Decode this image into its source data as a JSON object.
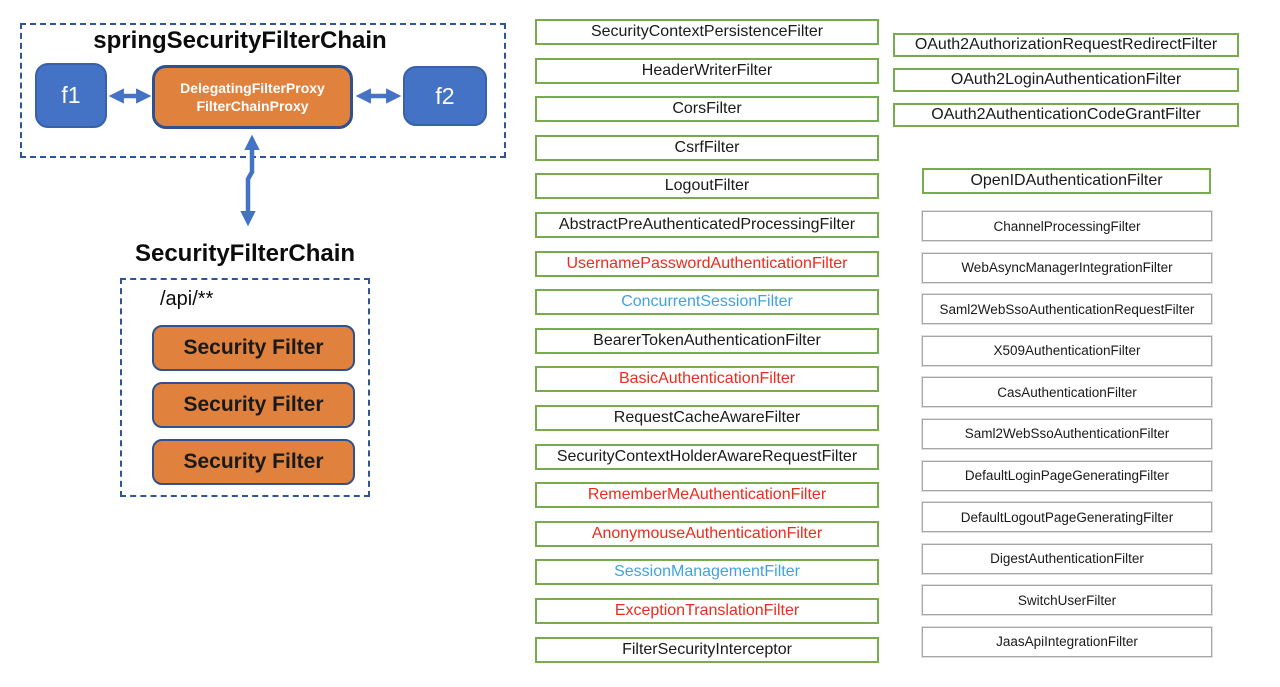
{
  "diagram": {
    "spring_chain": {
      "title": "springSecurityFilterChain",
      "f1_label": "f1",
      "f2_label": "f2",
      "proxy_lines": [
        "DelegatingFilterProxy",
        "FilterChainProxy"
      ]
    },
    "security_chain": {
      "title": "SecurityFilterChain",
      "url_pattern": "/api/**",
      "filter_boxes": [
        "Security Filter",
        "Security Filter",
        "Security Filter"
      ]
    }
  },
  "middle_column": {
    "items": [
      {
        "label": "SecurityContextPersistenceFilter",
        "color": "black"
      },
      {
        "label": "HeaderWriterFilter",
        "color": "black"
      },
      {
        "label": "CorsFilter",
        "color": "black"
      },
      {
        "label": "CsrfFilter",
        "color": "black"
      },
      {
        "label": "LogoutFilter",
        "color": "black"
      },
      {
        "label": "AbstractPreAuthenticatedProcessingFilter",
        "color": "black"
      },
      {
        "label": "UsernamePasswordAuthenticationFilter",
        "color": "red"
      },
      {
        "label": "ConcurrentSessionFilter",
        "color": "blue"
      },
      {
        "label": "BearerTokenAuthenticationFilter",
        "color": "black"
      },
      {
        "label": "BasicAuthenticationFilter",
        "color": "red"
      },
      {
        "label": "RequestCacheAwareFilter",
        "color": "black"
      },
      {
        "label": "SecurityContextHolderAwareRequestFilter",
        "color": "black"
      },
      {
        "label": "RememberMeAuthenticationFilter",
        "color": "red"
      },
      {
        "label": "AnonymouseAuthenticationFilter",
        "color": "red"
      },
      {
        "label": "SessionManagementFilter",
        "color": "blue"
      },
      {
        "label": "ExceptionTranslationFilter",
        "color": "red"
      },
      {
        "label": "FilterSecurityInterceptor",
        "color": "black"
      }
    ]
  },
  "right_column": {
    "oauth_group": [
      "OAuth2AuthorizationRequestRedirectFilter",
      "OAuth2LoginAuthenticationFilter",
      "OAuth2AuthenticationCodeGrantFilter"
    ],
    "openid_label": "OpenIDAuthenticationFilter",
    "standalone_group": [
      "ChannelProcessingFilter",
      "WebAsyncManagerIntegrationFilter",
      "Saml2WebSsoAuthenticationRequestFilter",
      "X509AuthenticationFilter",
      "CasAuthenticationFilter",
      "Saml2WebSsoAuthenticationFilter",
      "DefaultLoginPageGeneratingFilter",
      "DefaultLogoutPageGeneratingFilter",
      "DigestAuthenticationFilter",
      "SwitchUserFilter",
      "JaasApiIntegrationFilter"
    ]
  },
  "colors": {
    "accent_blue": "#4472C4",
    "accent_orange": "#E0813E",
    "navy_border": "#2F528F",
    "dashed_blue": "#2F5597",
    "green_border": "#78AB4E",
    "gray_border": "#A6A6A6",
    "red_text": "#EE2B1C",
    "blue_text": "#3FA3DE"
  }
}
